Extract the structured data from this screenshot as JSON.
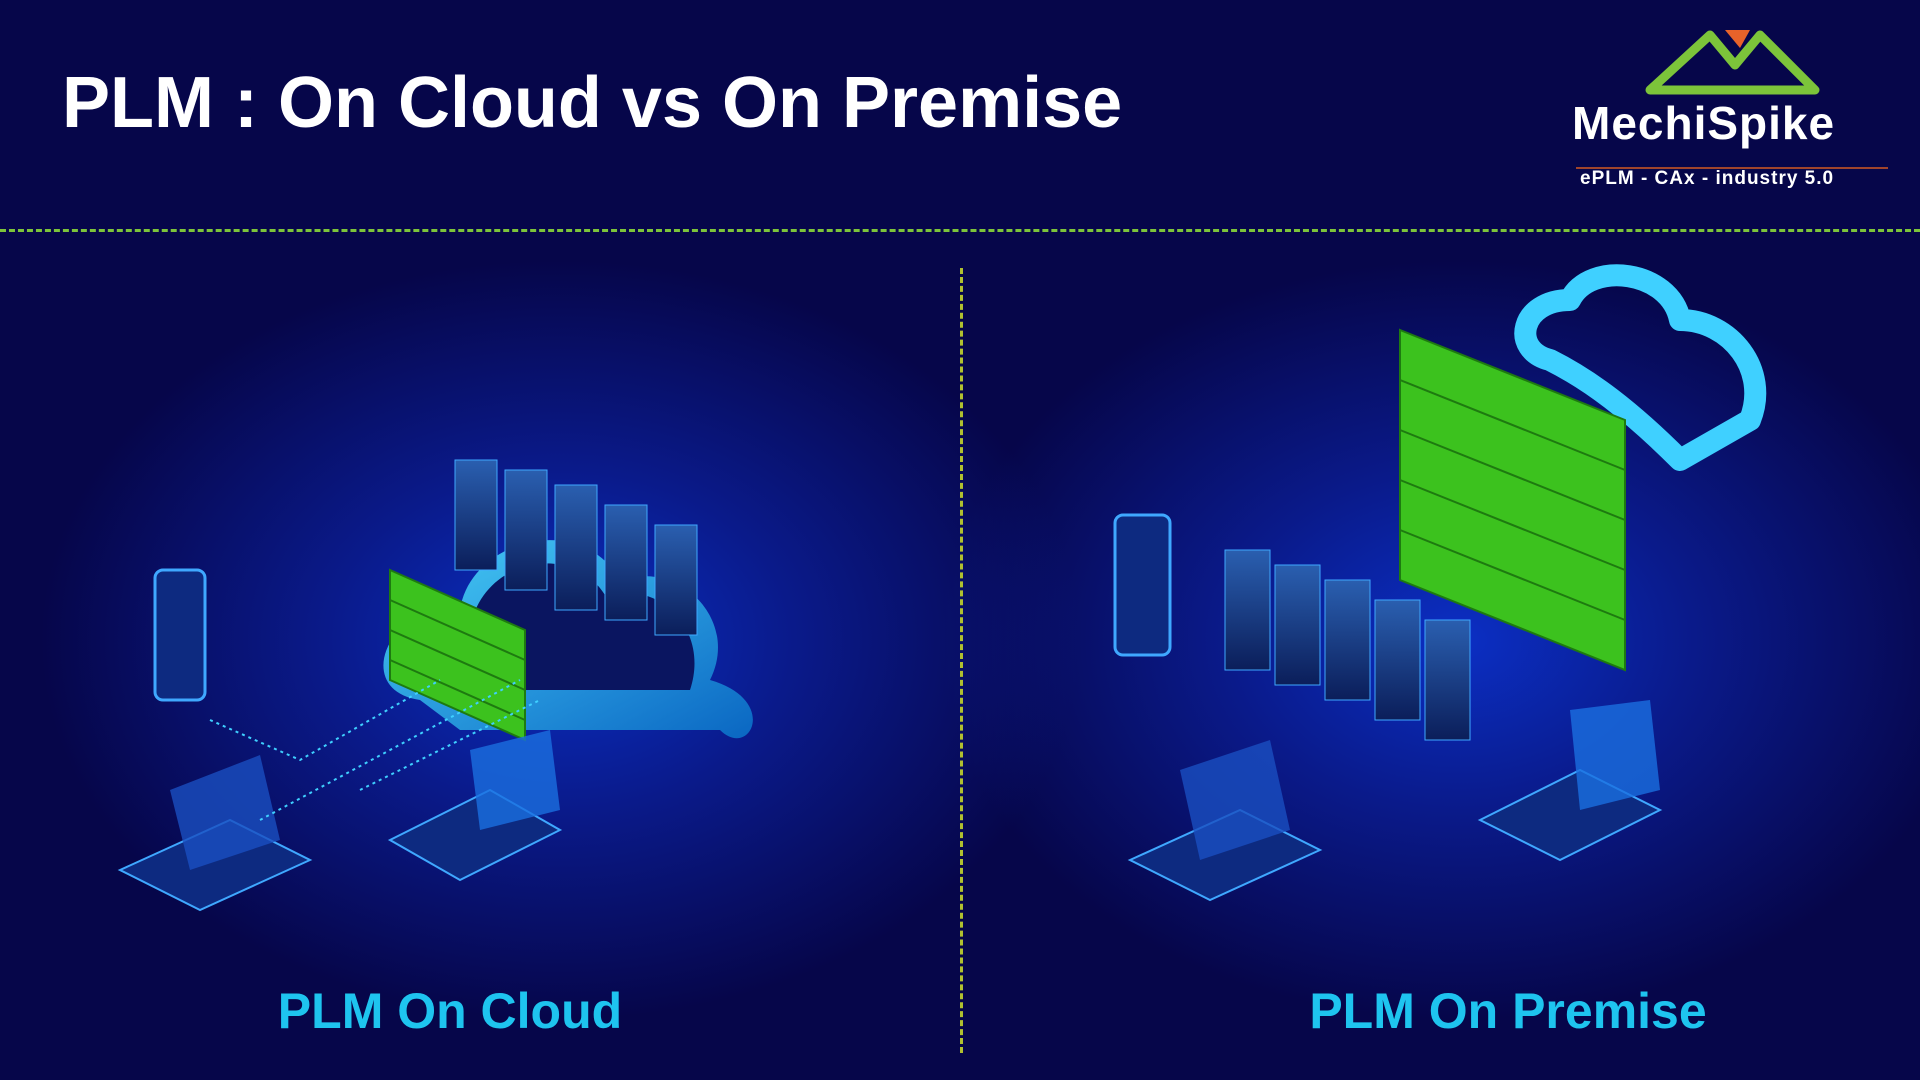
{
  "title": "PLM : On Cloud vs On Premise",
  "logo": {
    "name": "MechiSpike",
    "tagline": "ePLM - CAx - industry 5.0"
  },
  "panels": [
    {
      "label": "PLM On Cloud"
    },
    {
      "label": "PLM On Premise"
    }
  ],
  "colors": {
    "background": "#06064a",
    "accent": "#1ec4ef",
    "divider": "#7cc43a",
    "firewall": "#3cc21e"
  }
}
